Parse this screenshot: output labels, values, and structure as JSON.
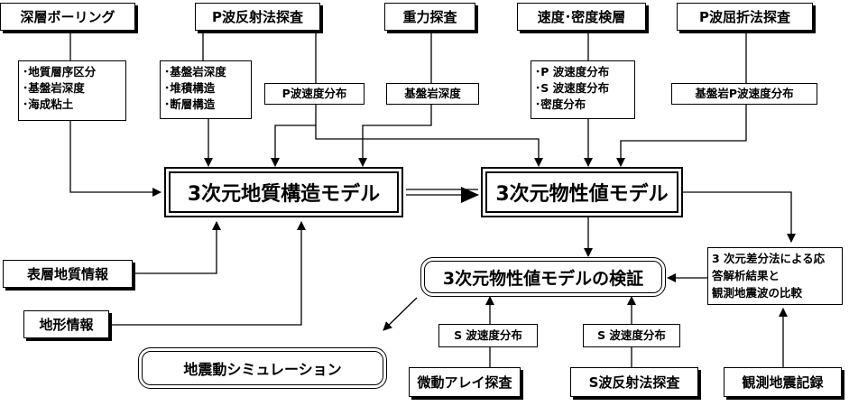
{
  "sources_top": {
    "deep_boring": "深層ボーリング",
    "p_reflection": "P波反射法探査",
    "gravity": "重力探査",
    "velocity_density_logging": "速度･密度検層",
    "p_refraction": "P波屈折法探査"
  },
  "outputs": {
    "boring_items": [
      "･地質層序区分",
      "･基盤岩深度",
      "･海成粘土"
    ],
    "reflection_items": [
      "･基盤岩深度",
      "･堆積構造",
      "･断層構造"
    ],
    "reflection_p_velocity": "P波速度分布",
    "gravity_basement_depth": "基盤岩深度",
    "logging_items": [
      "･P 波速度分布",
      "･S 波速度分布",
      "･密度分布"
    ],
    "refraction_basement_p_velocity": "基盤岩P波速度分布"
  },
  "models": {
    "geologic_structure": "3次元地質構造モデル",
    "physical_property": "3次元物性値モデル"
  },
  "side_sources": {
    "surface_geology": "表層地質情報",
    "topography": "地形情報"
  },
  "comparison_lines": [
    "3 次元差分法による応",
    "答解析結果と",
    "観測地震波の比較"
  ],
  "verification": "3次元物性値モデルの検証",
  "simulation": "地震動シミュレーション",
  "sources_bottom": {
    "microtremor_s_velocity": "S 波速度分布",
    "microtremor": "微動アレイ探査",
    "s_reflection_s_velocity": "S 波速度分布",
    "s_reflection": "S波反射法探査",
    "observed_records": "観測地震記録"
  }
}
